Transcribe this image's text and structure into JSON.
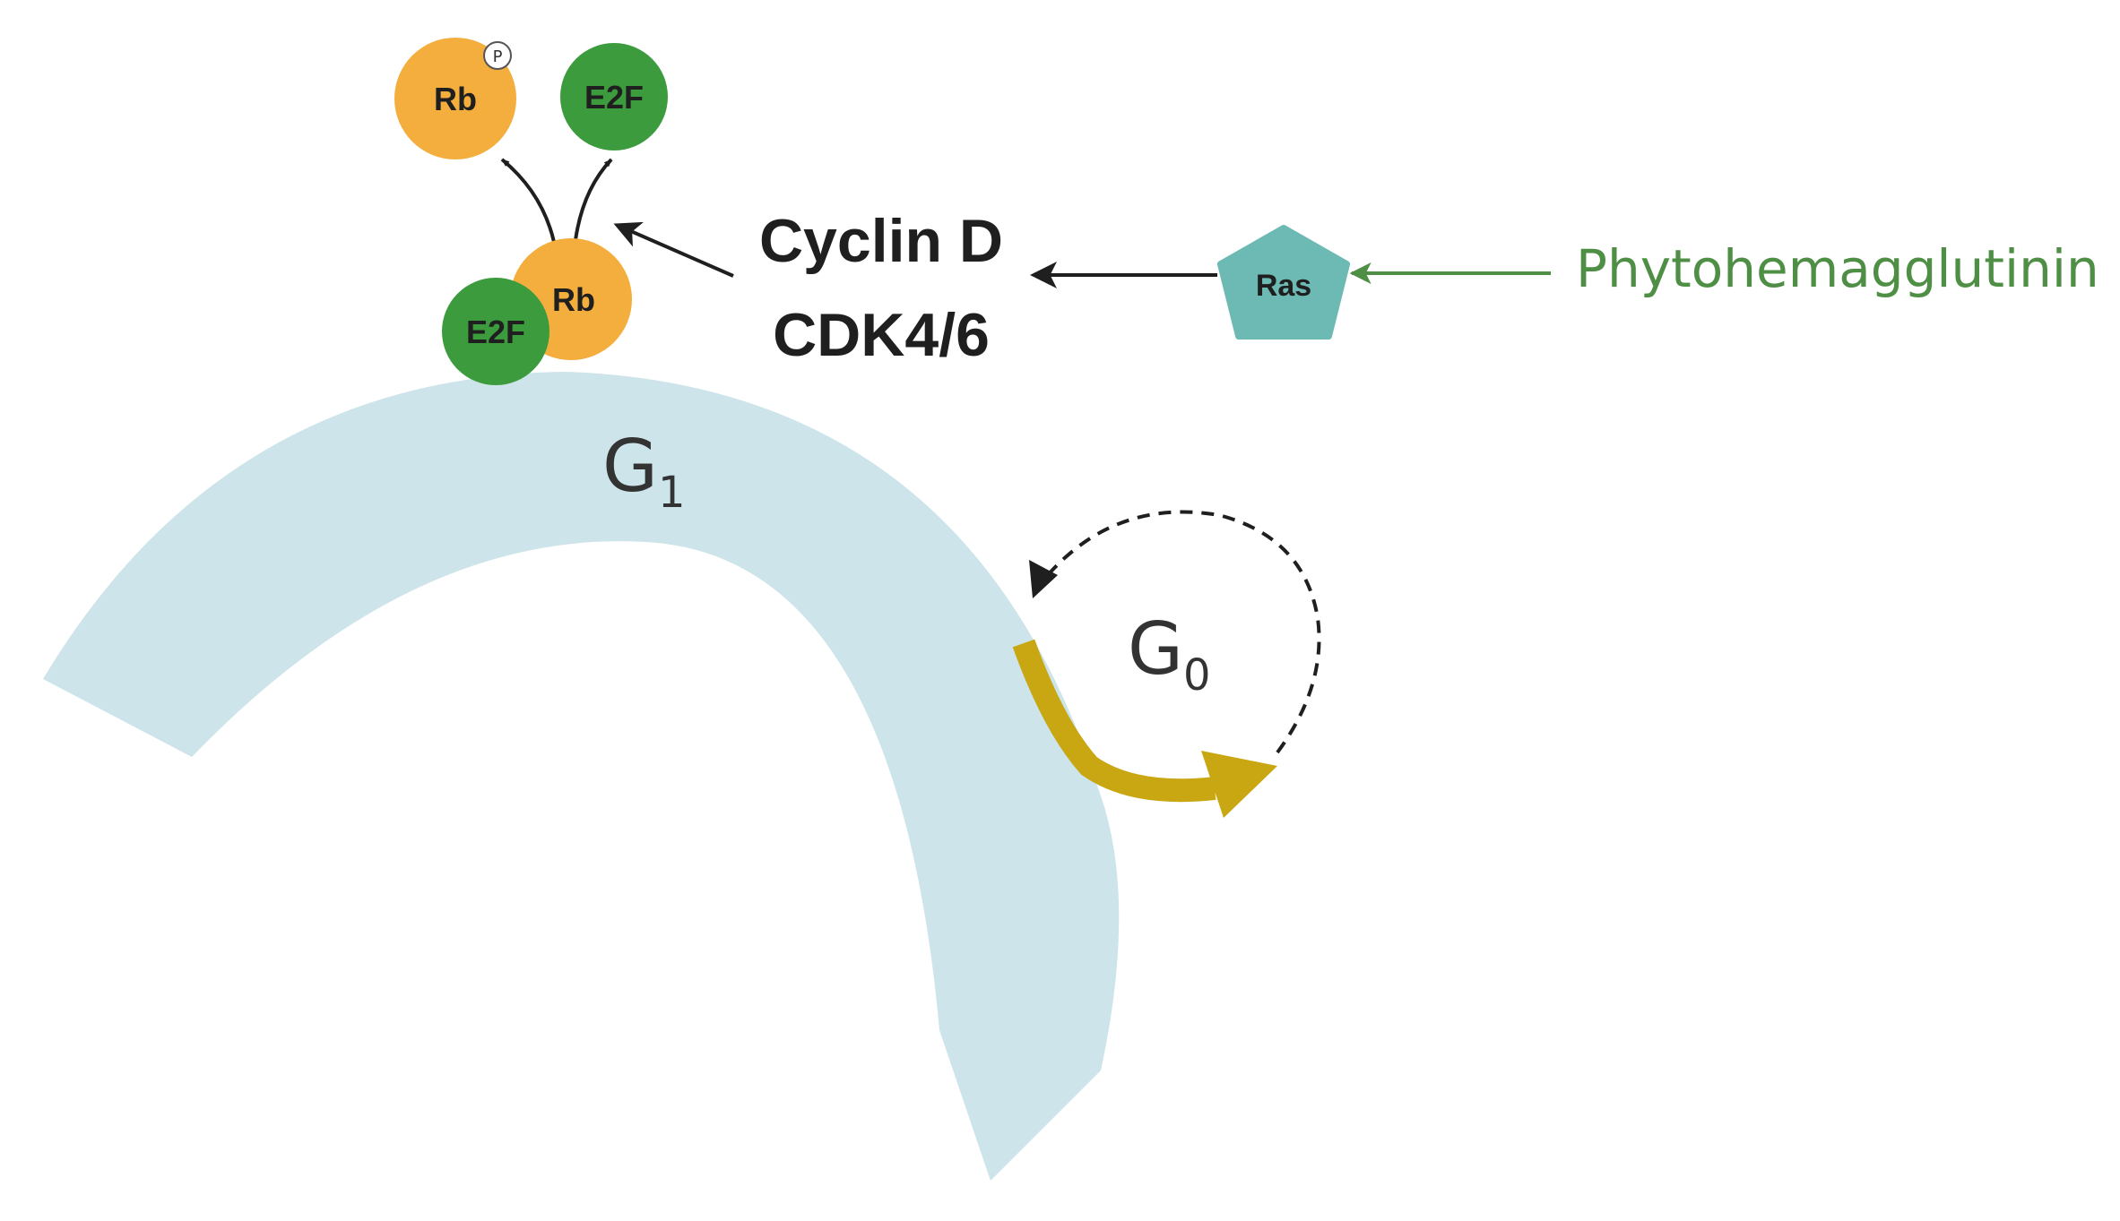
{
  "colors": {
    "phase_band": "#cce4ea",
    "rb": "#f4ae3d",
    "e2f": "#3c9b3d",
    "ras": "#6dbab5",
    "phyto": "#4f8f45",
    "exit_arrow": "#c8a712",
    "text_dark": "#1f1f1f",
    "phase_text": "#333333"
  },
  "phases": {
    "g1": {
      "letter": "G",
      "subscript": "1"
    },
    "g0": {
      "letter": "G",
      "subscript": "0"
    }
  },
  "molecules": {
    "rb_phospho": {
      "label": "Rb",
      "phospho_label": "P"
    },
    "e2f_free": {
      "label": "E2F"
    },
    "complex_rb": {
      "label": "Rb"
    },
    "complex_e2f": {
      "label": "E2F"
    },
    "ras": {
      "label": "Ras"
    }
  },
  "kinase": {
    "line1": "Cyclin D",
    "line2": "CDK4/6"
  },
  "stimulus": {
    "label": "Phytohemagglutinin"
  }
}
